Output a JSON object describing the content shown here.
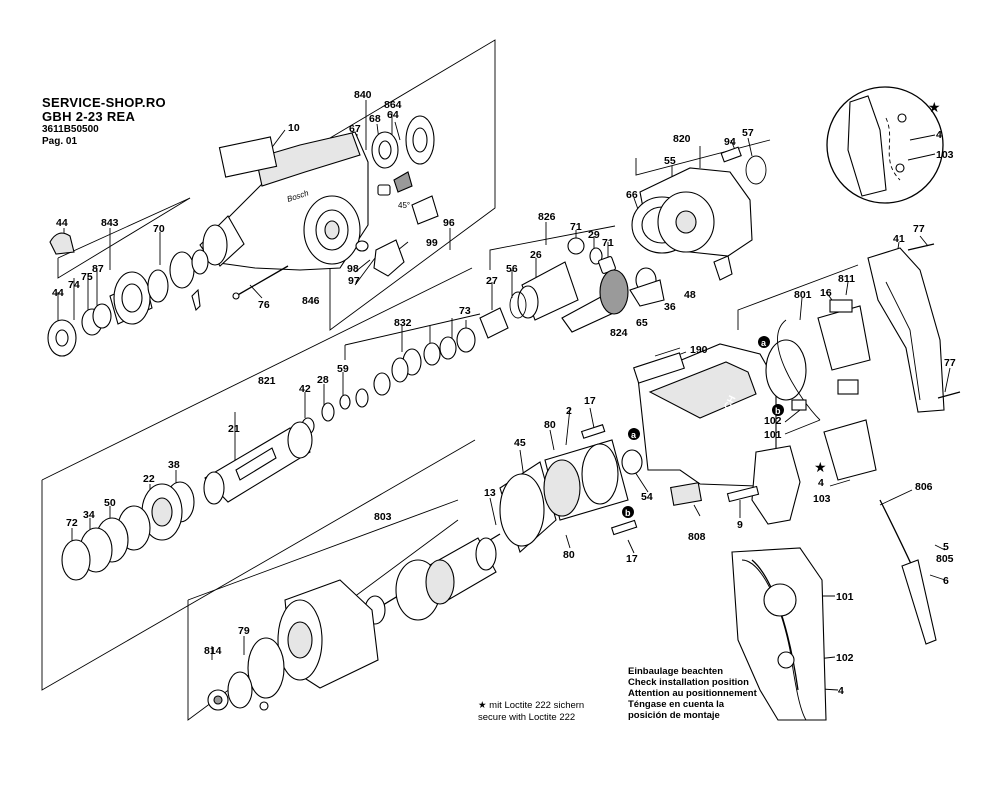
{
  "header": {
    "shop": "SERVICE-SHOP.RO",
    "model": "GBH 2-23 REA",
    "part_number": "3611B50500",
    "page": "Pag. 01"
  },
  "callouts": [
    {
      "id": "c840",
      "text": "840"
    },
    {
      "id": "c864",
      "text": "864"
    },
    {
      "id": "c67",
      "text": "67"
    },
    {
      "id": "c68",
      "text": "68"
    },
    {
      "id": "c64",
      "text": "64"
    },
    {
      "id": "c10",
      "text": "10"
    },
    {
      "id": "c44a",
      "text": "44"
    },
    {
      "id": "c843",
      "text": "843"
    },
    {
      "id": "c70",
      "text": "70"
    },
    {
      "id": "c74",
      "text": "74"
    },
    {
      "id": "c75",
      "text": "75"
    },
    {
      "id": "c87",
      "text": "87"
    },
    {
      "id": "c44b",
      "text": "44"
    },
    {
      "id": "c76",
      "text": "76"
    },
    {
      "id": "c846",
      "text": "846"
    },
    {
      "id": "c97",
      "text": "97"
    },
    {
      "id": "c98",
      "text": "98"
    },
    {
      "id": "c99",
      "text": "99"
    },
    {
      "id": "c96",
      "text": "96"
    },
    {
      "id": "c45deg",
      "text": "45°"
    },
    {
      "id": "c820",
      "text": "820"
    },
    {
      "id": "c94",
      "text": "94"
    },
    {
      "id": "c57",
      "text": "57"
    },
    {
      "id": "c55",
      "text": "55"
    },
    {
      "id": "c66",
      "text": "66"
    },
    {
      "id": "c826",
      "text": "826"
    },
    {
      "id": "c71a",
      "text": "71"
    },
    {
      "id": "c29",
      "text": "29"
    },
    {
      "id": "c71b",
      "text": "71"
    },
    {
      "id": "c26",
      "text": "26"
    },
    {
      "id": "c56",
      "text": "56"
    },
    {
      "id": "c27",
      "text": "27"
    },
    {
      "id": "c36",
      "text": "36"
    },
    {
      "id": "c48",
      "text": "48"
    },
    {
      "id": "c65",
      "text": "65"
    },
    {
      "id": "c824",
      "text": "824"
    },
    {
      "id": "c832",
      "text": "832"
    },
    {
      "id": "c73",
      "text": "73"
    },
    {
      "id": "c821",
      "text": "821"
    },
    {
      "id": "c42",
      "text": "42"
    },
    {
      "id": "c28",
      "text": "28"
    },
    {
      "id": "c59",
      "text": "59"
    },
    {
      "id": "c21",
      "text": "21"
    },
    {
      "id": "c38",
      "text": "38"
    },
    {
      "id": "c22",
      "text": "22"
    },
    {
      "id": "c50",
      "text": "50"
    },
    {
      "id": "c34",
      "text": "34"
    },
    {
      "id": "c72",
      "text": "72"
    },
    {
      "id": "c190",
      "text": "190"
    },
    {
      "id": "c17a",
      "text": "17"
    },
    {
      "id": "c2",
      "text": "2"
    },
    {
      "id": "c80a",
      "text": "80"
    },
    {
      "id": "c45",
      "text": "45"
    },
    {
      "id": "c54",
      "text": "54"
    },
    {
      "id": "c808",
      "text": "808"
    },
    {
      "id": "c9",
      "text": "9"
    },
    {
      "id": "c17b",
      "text": "17"
    },
    {
      "id": "c80b",
      "text": "80"
    },
    {
      "id": "c13",
      "text": "13"
    },
    {
      "id": "c803",
      "text": "803"
    },
    {
      "id": "c814",
      "text": "814"
    },
    {
      "id": "c79",
      "text": "79"
    },
    {
      "id": "c801",
      "text": "801"
    },
    {
      "id": "c16",
      "text": "16"
    },
    {
      "id": "c811",
      "text": "811"
    },
    {
      "id": "c41",
      "text": "41"
    },
    {
      "id": "c77a",
      "text": "77"
    },
    {
      "id": "c77b",
      "text": "77"
    },
    {
      "id": "c102a",
      "text": "102"
    },
    {
      "id": "c101a",
      "text": "101"
    },
    {
      "id": "c4a",
      "text": "4"
    },
    {
      "id": "c103a",
      "text": "103"
    },
    {
      "id": "c806",
      "text": "806"
    },
    {
      "id": "c5",
      "text": "5"
    },
    {
      "id": "c805",
      "text": "805"
    },
    {
      "id": "c6",
      "text": "6"
    },
    {
      "id": "c4b",
      "text": "4"
    },
    {
      "id": "c103b",
      "text": "103"
    },
    {
      "id": "c101b",
      "text": "101"
    },
    {
      "id": "c102b",
      "text": "102"
    },
    {
      "id": "c4c",
      "text": "4"
    },
    {
      "id": "ca1",
      "text": "a"
    },
    {
      "id": "ca2",
      "text": "a"
    },
    {
      "id": "cb1",
      "text": "b"
    },
    {
      "id": "cb2",
      "text": "b"
    },
    {
      "id": "brand_rotor",
      "text": "BOSCH"
    },
    {
      "id": "brand_housing",
      "text": "Bosch"
    }
  ],
  "installation_note": [
    "Einbaulage beachten",
    "Check installation position",
    "Attention au positionnement",
    "Téngase en cuenta la",
    "posición de montaje"
  ],
  "loctite_note": [
    "★ mit Loctite 222 sichern",
    "secure with Loctite 222"
  ]
}
